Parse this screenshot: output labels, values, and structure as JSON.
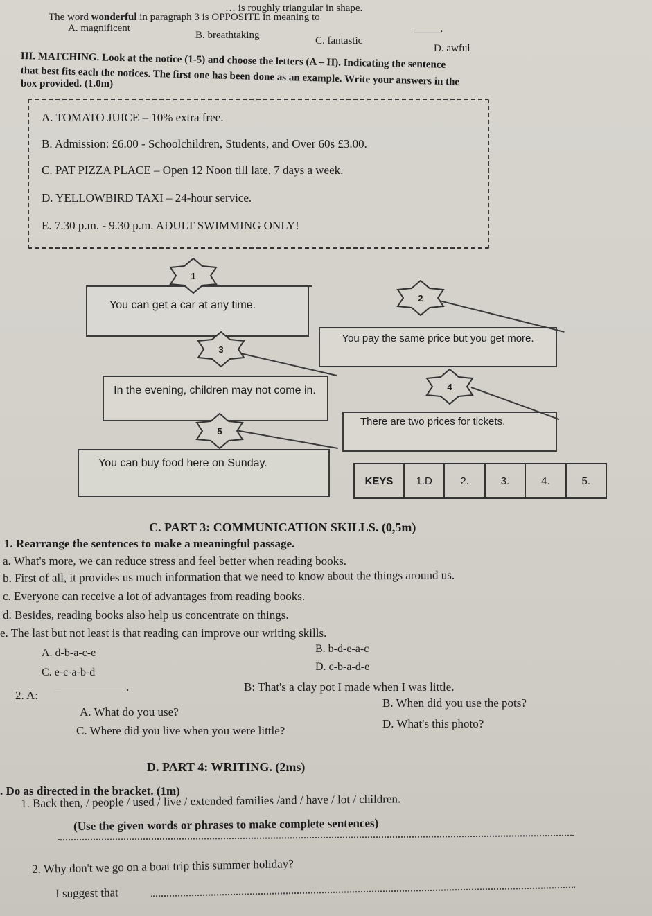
{
  "top": {
    "frag": "… is roughly triangular in shape.",
    "q_lead": "The word",
    "q_word": "wonderful",
    "q_rest": "in paragraph 3 is OPPOSITE in meaning to",
    "blank": "_____.",
    "opts": [
      "A. magnificent",
      "B. breathtaking",
      "C. fantastic",
      "D. awful"
    ]
  },
  "matching": {
    "heading": "III. MATCHING.",
    "line1_rest": "Look at the notice (1-5) and choose the letters (A – H). Indicating the sentence",
    "line2": "that best fits each the notices. The first one has been done as an example. Write your answers in the",
    "line3": "box provided. (1.0m)",
    "notices": [
      "A. TOMATO JUICE – 10% extra free.",
      "B. Admission: £6.00 - Schoolchildren, Students, and Over 60s £3.00.",
      "C. PAT PIZZA PLACE – Open 12 Noon till late, 7 days a week.",
      "D. YELLOWBIRD TAXI – 24-hour service.",
      "E. 7.30 p.m. - 9.30 p.m. ADULT SWIMMING ONLY!"
    ],
    "items": [
      {
        "num": "1",
        "text": "You can get a car at any time."
      },
      {
        "num": "2",
        "text": "You pay the same price but you get more."
      },
      {
        "num": "3",
        "text": "In the evening, children may not come in."
      },
      {
        "num": "4",
        "text": "There are two prices for tickets."
      },
      {
        "num": "5",
        "text": "You can buy food here on Sunday."
      }
    ],
    "keys": [
      "KEYS",
      "1.D",
      "2.",
      "3.",
      "4.",
      "5."
    ]
  },
  "part3": {
    "title": "C. PART 3: COMMUNICATION SKILLS. (0,5m)",
    "q1": "1. Rearrange the sentences to make a meaningful passage.",
    "sentences": [
      "a. What's more, we can reduce stress and feel better when reading books.",
      "b. First of all, it provides us much information that we need to know about the things around us.",
      "c. Everyone can receive a lot of advantages from reading books.",
      "d. Besides, reading books also help us concentrate on things.",
      "e. The last but not least is that reading can improve our writing skills."
    ],
    "q1_opts": [
      "A. d-b-a-c-e",
      "B. b-d-e-a-c",
      "C. e-c-a-b-d",
      "D. c-b-a-d-e"
    ],
    "q2_a": "2. A:",
    "q2_blank": "____________.",
    "q2_b": "B: That's a clay pot I made when I was little.",
    "q2_opts": [
      "A. What do you use?",
      "B. When did you use the pots?",
      "C. Where did you live when you were little?",
      "D. What's this photo?"
    ]
  },
  "part4": {
    "title": "D. PART 4: WRITING. (2ms)",
    "heading": ". Do as directed in the bracket. (1m)",
    "q1": "1.  Back then, / people / used / live / extended families /and / have / lot / children.",
    "q1_note": "(Use the given words or phrases to make complete sentences)",
    "q2": "2.  Why don't we go on a boat trip this summer holiday?",
    "q2_start": "I suggest that"
  }
}
